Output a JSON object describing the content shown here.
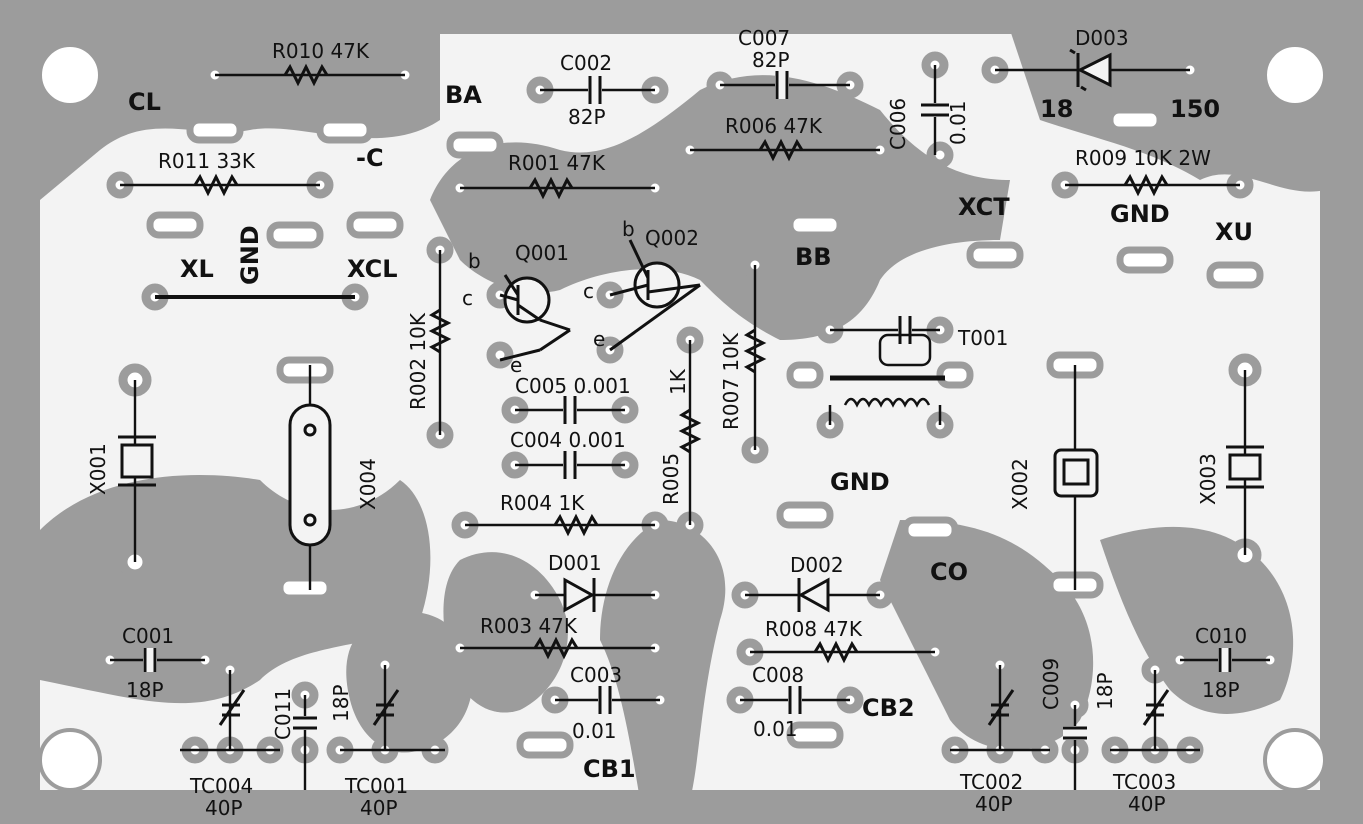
{
  "board": {
    "colors": {
      "copper": "#9c9c9c",
      "substrate": "#f3f3f3",
      "trace": "#111111"
    }
  },
  "components": [
    {
      "id": "r010",
      "ref": "R010",
      "value": "47K",
      "kind": "resistor"
    },
    {
      "id": "r011",
      "ref": "R011",
      "value": "33K",
      "kind": "resistor"
    },
    {
      "id": "r001",
      "ref": "R001",
      "value": "47K",
      "kind": "resistor"
    },
    {
      "id": "r006",
      "ref": "R006",
      "value": "47K",
      "kind": "resistor"
    },
    {
      "id": "r009",
      "ref": "R009",
      "value": "10K 2W",
      "kind": "resistor"
    },
    {
      "id": "r002",
      "ref": "R002",
      "value": "10K",
      "kind": "resistor"
    },
    {
      "id": "r007",
      "ref": "R007",
      "value": "10K",
      "kind": "resistor"
    },
    {
      "id": "r005",
      "ref": "R005",
      "value": "1K",
      "kind": "resistor"
    },
    {
      "id": "r004",
      "ref": "R004",
      "value": "1K",
      "kind": "resistor"
    },
    {
      "id": "r003",
      "ref": "R003",
      "value": "47K",
      "kind": "resistor"
    },
    {
      "id": "r008",
      "ref": "R008",
      "value": "47K",
      "kind": "resistor"
    },
    {
      "id": "c002",
      "ref": "C002",
      "value": "82P",
      "kind": "capacitor"
    },
    {
      "id": "c007",
      "ref": "C007",
      "value": "82P",
      "kind": "capacitor"
    },
    {
      "id": "c006",
      "ref": "C006",
      "value": "0.01",
      "kind": "capacitor"
    },
    {
      "id": "c005",
      "ref": "C005",
      "value": "0.001",
      "kind": "capacitor"
    },
    {
      "id": "c004",
      "ref": "C004",
      "value": "0.001",
      "kind": "capacitor"
    },
    {
      "id": "c001",
      "ref": "C001",
      "value": "18P",
      "kind": "capacitor"
    },
    {
      "id": "c011",
      "ref": "C011",
      "value": "18P",
      "kind": "capacitor"
    },
    {
      "id": "c003",
      "ref": "C003",
      "value": "0.01",
      "kind": "capacitor"
    },
    {
      "id": "c008",
      "ref": "C008",
      "value": "0.01",
      "kind": "capacitor"
    },
    {
      "id": "c009",
      "ref": "C009",
      "value": "18P",
      "kind": "capacitor"
    },
    {
      "id": "c010",
      "ref": "C010",
      "value": "18P",
      "kind": "capacitor"
    },
    {
      "id": "d003",
      "ref": "D003",
      "value": "",
      "kind": "diode"
    },
    {
      "id": "d001",
      "ref": "D001",
      "value": "",
      "kind": "diode"
    },
    {
      "id": "d002",
      "ref": "D002",
      "value": "",
      "kind": "diode"
    },
    {
      "id": "q001",
      "ref": "Q001",
      "value": "",
      "kind": "transistor"
    },
    {
      "id": "q002",
      "ref": "Q002",
      "value": "",
      "kind": "transistor"
    },
    {
      "id": "x001",
      "ref": "X001",
      "value": "",
      "kind": "crystal"
    },
    {
      "id": "x004",
      "ref": "X004",
      "value": "",
      "kind": "crystal"
    },
    {
      "id": "x002",
      "ref": "X002",
      "value": "",
      "kind": "crystal"
    },
    {
      "id": "x003",
      "ref": "X003",
      "value": "",
      "kind": "crystal"
    },
    {
      "id": "tc004",
      "ref": "TC004",
      "value": "40P",
      "kind": "trimmer"
    },
    {
      "id": "tc001",
      "ref": "TC001",
      "value": "40P",
      "kind": "trimmer"
    },
    {
      "id": "tc002",
      "ref": "TC002",
      "value": "40P",
      "kind": "trimmer"
    },
    {
      "id": "tc003",
      "ref": "TC003",
      "value": "40P",
      "kind": "trimmer"
    },
    {
      "id": "t001",
      "ref": "T001",
      "value": "",
      "kind": "transformer"
    }
  ],
  "pads": [
    "CL",
    "-C",
    "BA",
    "18",
    "150",
    "XCT",
    "GND",
    "XU",
    "XL",
    "GND",
    "XCL",
    "BB",
    "GND",
    "CO",
    "CB1",
    "CB2"
  ],
  "pins": {
    "q001": [
      "b",
      "c",
      "e"
    ],
    "q002": [
      "b",
      "c",
      "e"
    ]
  }
}
